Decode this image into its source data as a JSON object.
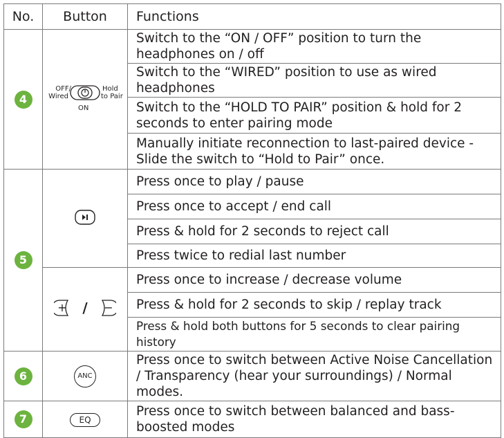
{
  "headers": {
    "no": "No.",
    "button": "Button",
    "functions": "Functions"
  },
  "rows": {
    "r4": {
      "number": "4",
      "switch": {
        "left_top": "OFF/",
        "left_bottom": "Wired",
        "right_top": "Hold",
        "right_bottom": "to Pair",
        "bottom": "ON"
      },
      "functions": [
        "Switch to the “ON / OFF” position to turn the headphones on / off",
        "Switch to the “WIRED” position to use as wired headphones",
        "Switch to the “HOLD TO PAIR” position & hold for 2 seconds to enter pairing mode",
        "Manually initiate reconnection to last-paired device - Slide the switch to “Hold to Pair” once."
      ]
    },
    "r5": {
      "number": "5",
      "play": {
        "icon": "play-pause-icon",
        "functions": [
          "Press once to play / pause",
          "Press once to accept / end call",
          "Press & hold for 2 seconds to reject call",
          "Press twice to redial last number"
        ]
      },
      "volume": {
        "plus": "+",
        "slash": "/",
        "minus": "−",
        "functions": [
          "Press once to increase / decrease volume",
          "Press & hold for 2 seconds to skip / replay track",
          "Press & hold both buttons for 5 seconds to clear pairing history"
        ]
      }
    },
    "r6": {
      "number": "6",
      "button": "ANC",
      "function": "Press once to switch between Active Noise Cancellation / Transparency (hear your surroundings) / Normal modes."
    },
    "r7": {
      "number": "7",
      "button": "EQ",
      "function": "Press once to switch between balanced and bass-boosted modes"
    }
  },
  "colors": {
    "badge": "#6cb33f",
    "border": "#7a7a7a",
    "text": "#231f20"
  }
}
